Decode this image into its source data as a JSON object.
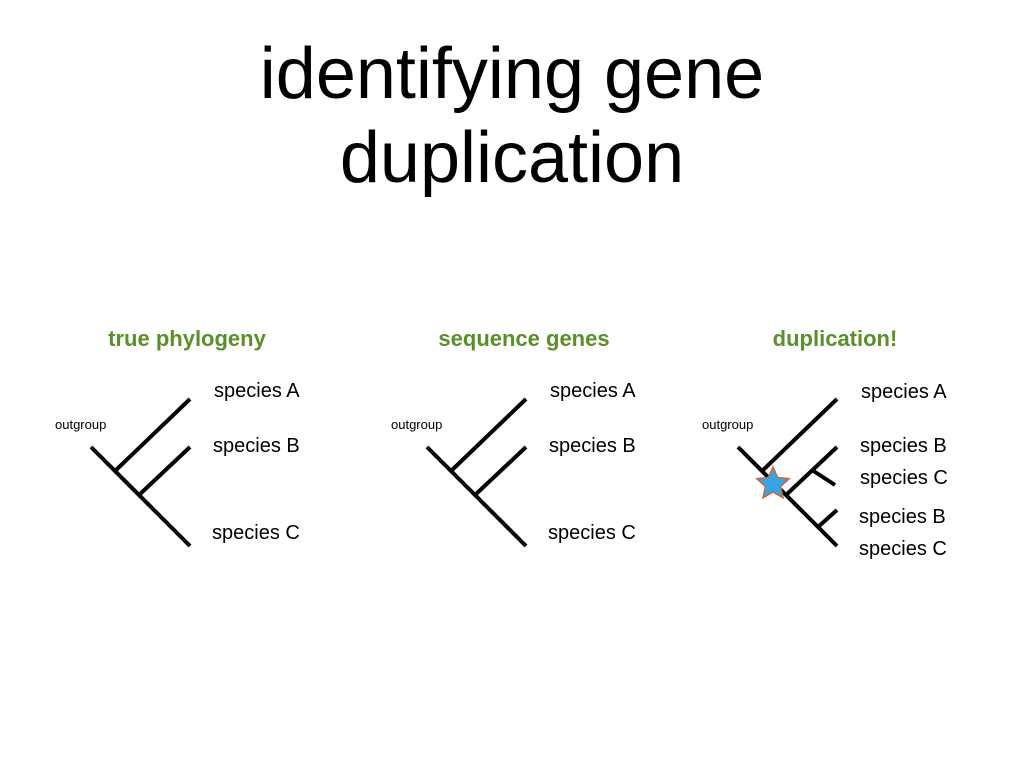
{
  "slide": {
    "title_line1": "identifying gene",
    "title_line2": "duplication"
  },
  "colors": {
    "panel_title": "#5a8f29",
    "branch": "#000000",
    "star_fill": "#33a6e8",
    "star_stroke": "#d0633a"
  },
  "panels": [
    {
      "title": "true phylogeny",
      "outgroup": "outgroup",
      "taxa": [
        "species A",
        "species B",
        "species C"
      ]
    },
    {
      "title": "sequence genes",
      "outgroup": "outgroup",
      "taxa": [
        "species A",
        "species B",
        "species C"
      ]
    },
    {
      "title": "duplication!",
      "outgroup": "outgroup",
      "taxa": [
        "species A",
        "species B",
        "species C",
        "species B",
        "species C"
      ],
      "marker_icon": "star-icon"
    }
  ]
}
